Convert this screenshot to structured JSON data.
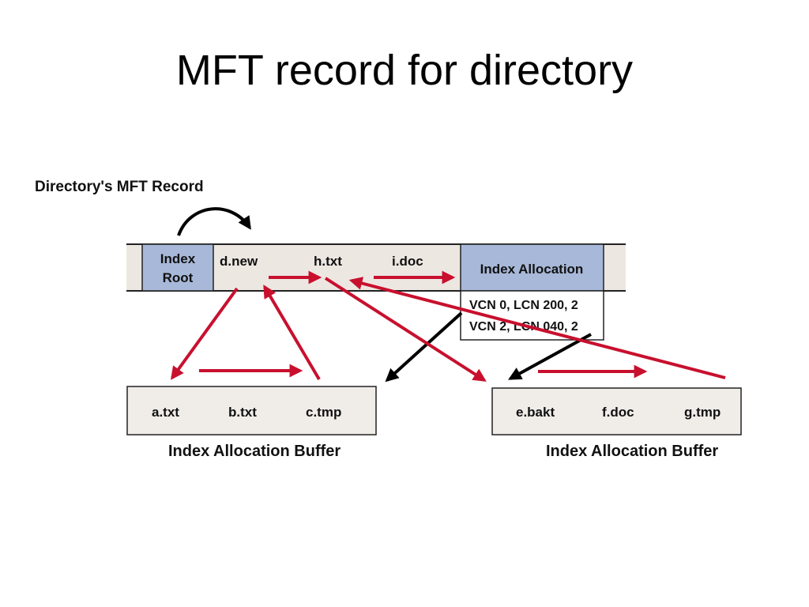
{
  "title": "MFT record for directory",
  "diagram": {
    "heading": "Directory's MFT Record",
    "index_root": {
      "line1": "Index",
      "line2": "Root"
    },
    "root_entries": [
      "d.new",
      "h.txt",
      "i.doc"
    ],
    "index_allocation": "Index Allocation",
    "runs": [
      "VCN 0, LCN 200, 2",
      "VCN 2, LCN 040, 2"
    ],
    "buffer_left": {
      "entries": [
        "a.txt",
        "b.txt",
        "c.tmp"
      ],
      "caption": "Index Allocation Buffer"
    },
    "buffer_right": {
      "entries": [
        "e.bakt",
        "f.doc",
        "g.tmp"
      ],
      "caption": "Index Allocation Buffer"
    }
  },
  "colors": {
    "red_arrow": "#c8102e",
    "black_arrow": "#000000",
    "index_root_fill": "#a7b8d8",
    "index_alloc_fill": "#a7b8d8",
    "record_fill": "#ede7e2",
    "buffer_fill": "#f0ede9"
  }
}
